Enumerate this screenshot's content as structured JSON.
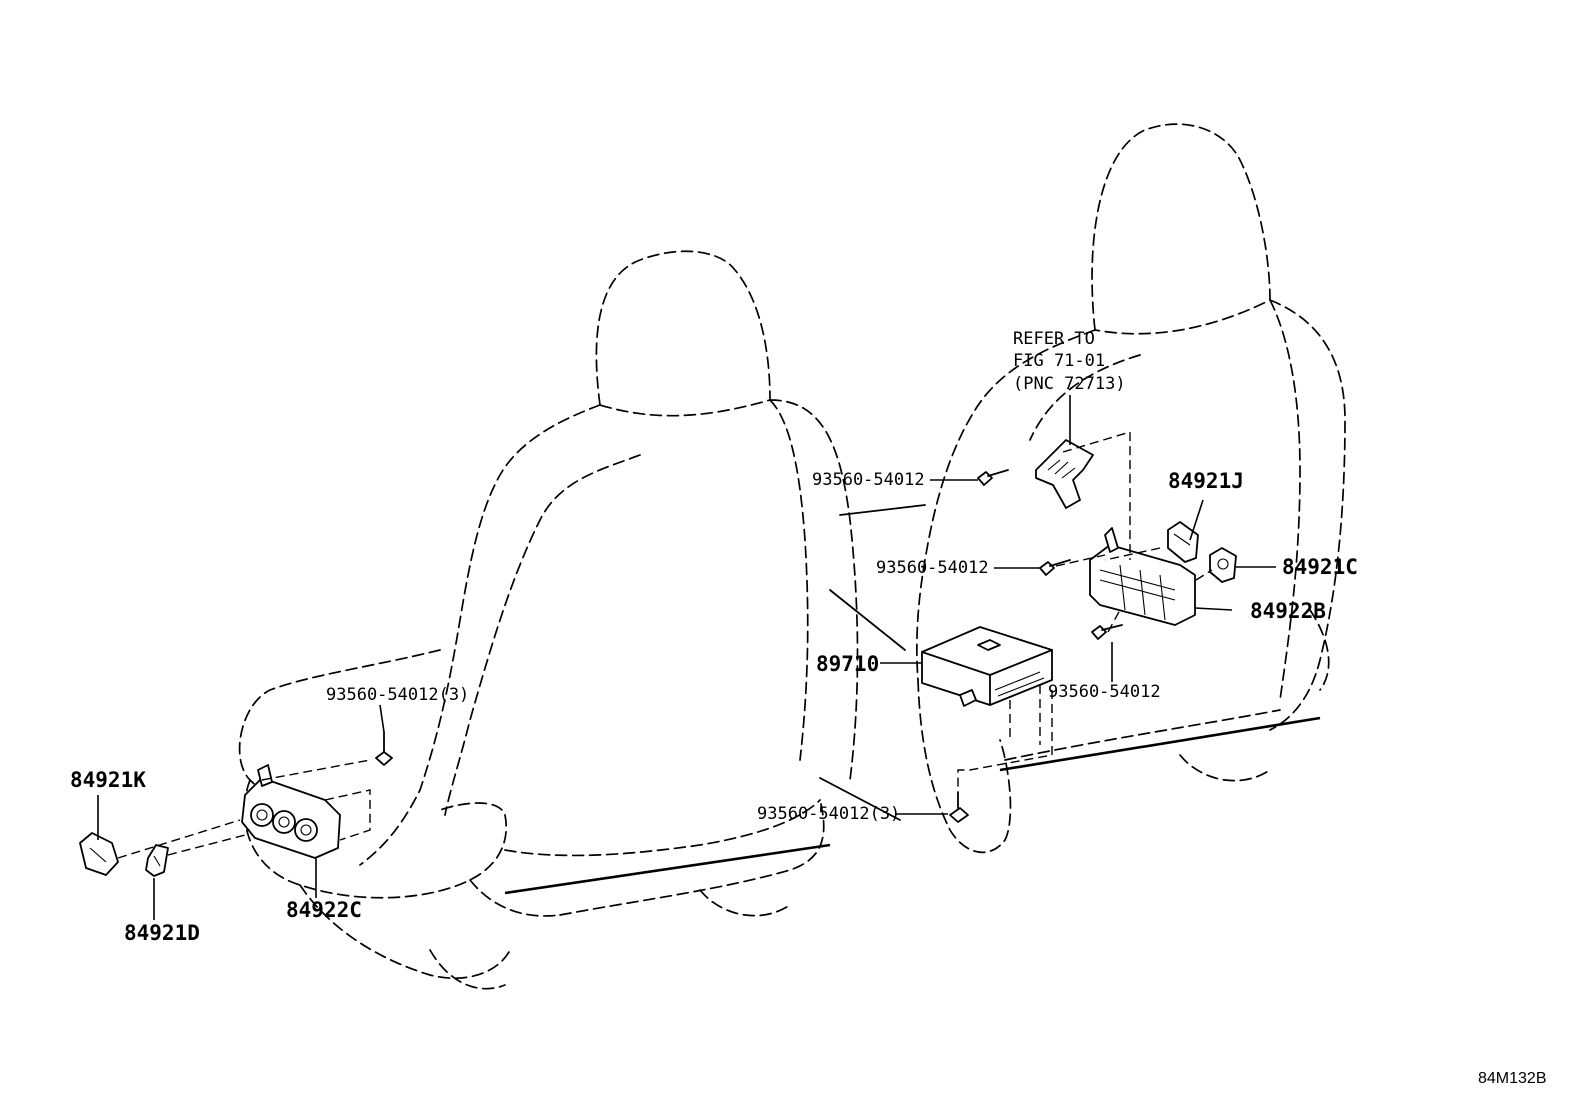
{
  "labels": {
    "bolt_upper": "93560-54012",
    "bolt_middle": "93560-54012",
    "bolt_lower_right": "93560-54012",
    "bolt_left_3": "93560-54012(3)",
    "bolt_center_3": "93560-54012(3)",
    "refer_line1": "REFER TO",
    "refer_line2": "FIG 71-01",
    "refer_line3": "(PNC 72713)",
    "p84921J": "84921J",
    "p84921C": "84921C",
    "p84922B": "84922B",
    "p89710": "89710",
    "p84921K": "84921K",
    "p84921D": "84921D",
    "p84922C": "84922C"
  },
  "diagram_id": "84M132B"
}
